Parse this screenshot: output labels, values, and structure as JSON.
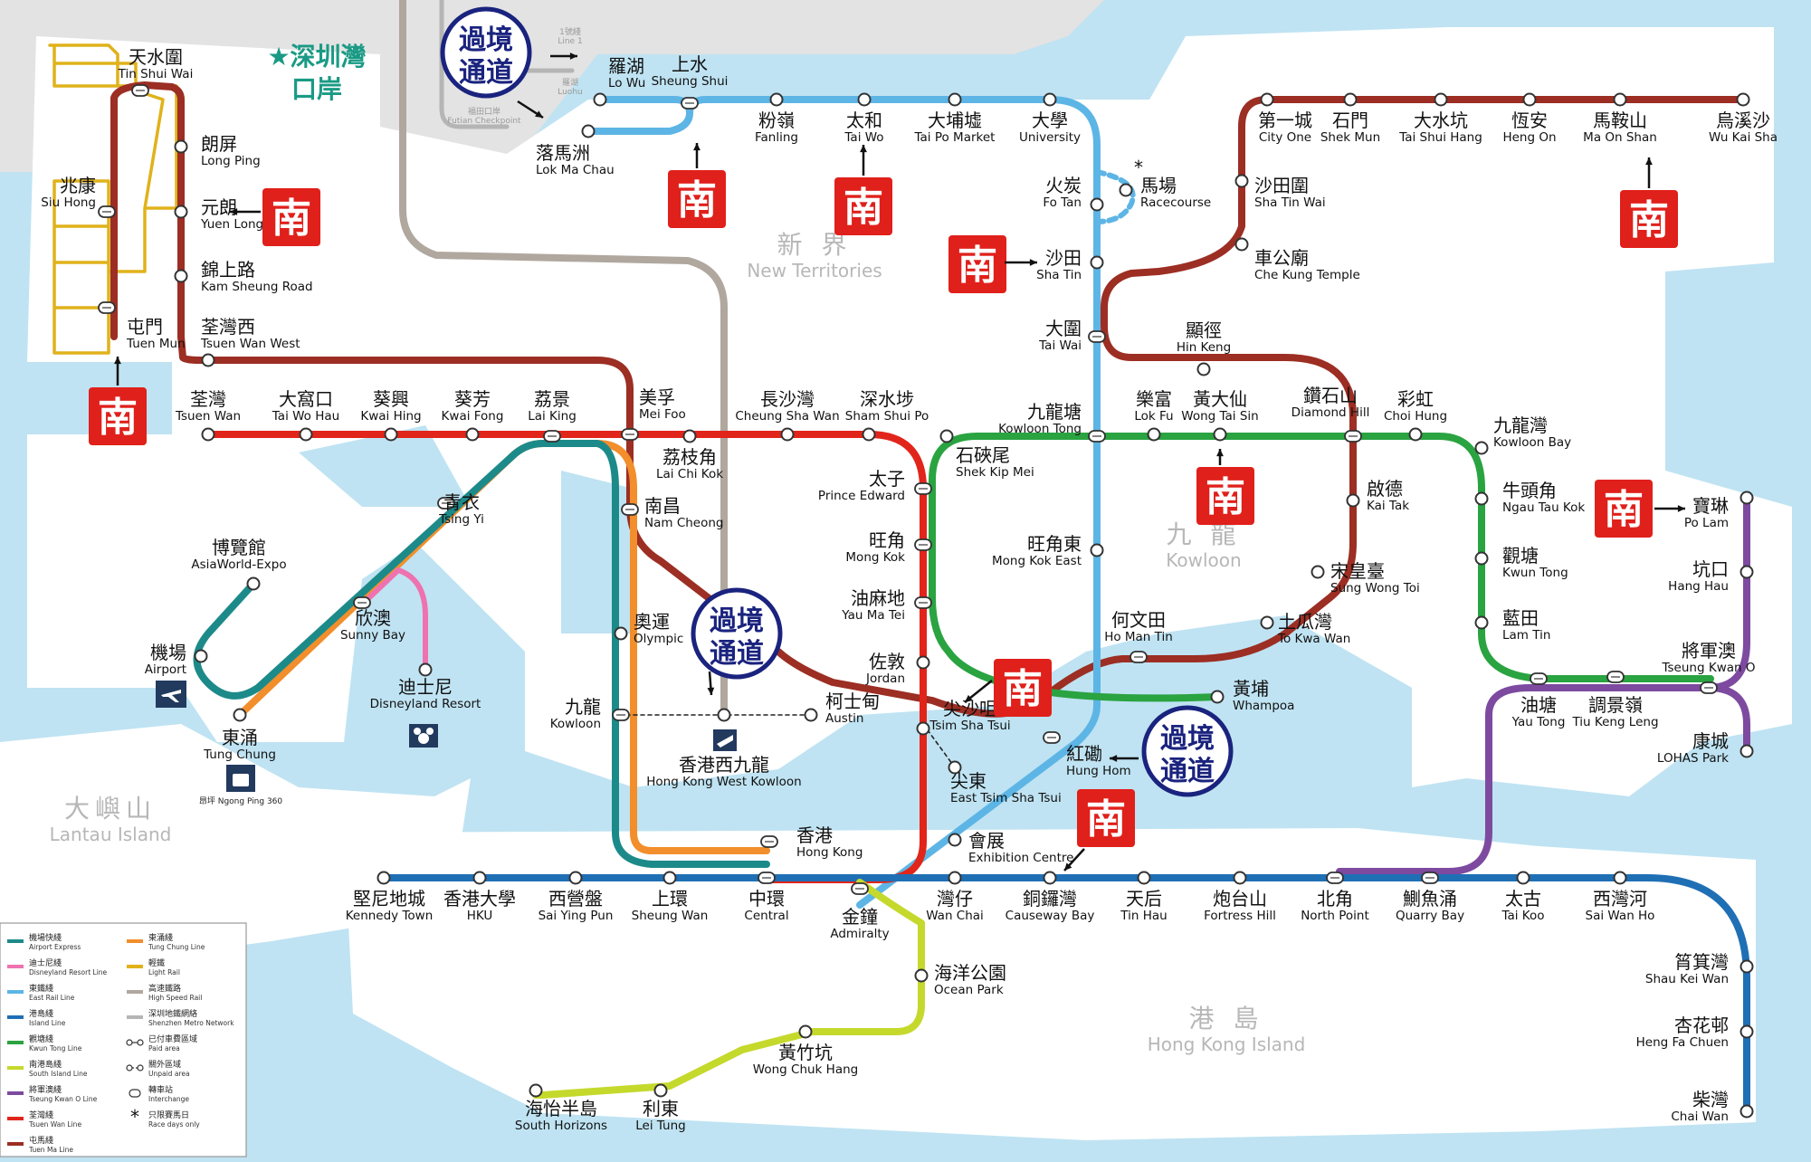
{
  "colors": {
    "sea": "#bfe3f2",
    "land": "#ffffff",
    "shenzhen_land": "#e3e3e3",
    "area_text": "#b7b7b7",
    "badge_ring": "#1a237e",
    "seal_red": "#e0201b",
    "shenzhen_text": "#1a9a85"
  },
  "lines": {
    "east_rail": {
      "color": "#5db5e5"
    },
    "tuen_ma": {
      "color": "#9c2e23"
    },
    "tsuen_wan": {
      "color": "#e1251b"
    },
    "kwun_tong": {
      "color": "#2aa341"
    },
    "tseung_kwan_o": {
      "color": "#7d4aa0"
    },
    "island": {
      "color": "#1f6fb5"
    },
    "south_island": {
      "color": "#c5d92c"
    },
    "tung_chung": {
      "color": "#f28e2b"
    },
    "airport_express": {
      "color": "#1d8a8a"
    },
    "disneyland": {
      "color": "#ef72b0"
    },
    "light_rail": {
      "color": "#e0b21b"
    },
    "high_speed": {
      "color": "#b0a79e"
    },
    "shenzhen": {
      "color": "#b5b5b5"
    }
  },
  "areas": {
    "new_territories": {
      "zh": "新 界",
      "en": "New Territories"
    },
    "kowloon": {
      "zh": "九 龍",
      "en": "Kowloon"
    },
    "hong_kong_island": {
      "zh": "港 島",
      "en": "Hong Kong Island"
    },
    "lantau": {
      "zh": "大嶼山",
      "en": "Lantau Island"
    }
  },
  "shenzhen_port": {
    "line1": "★深圳灣",
    "line2": "口岸"
  },
  "shenzhen_misc": {
    "luohu": "羅湖",
    "luohu_en": "Luohu",
    "futian": "福田口岸",
    "futian_en": "Futian Checkpoint",
    "line1": "1號綫",
    "line1_en": "Line 1"
  },
  "badge": {
    "line1": "過境",
    "line2": "通道"
  },
  "seal": {
    "glyph": "南"
  },
  "stations": {
    "lo_wu": {
      "zh": "羅湖",
      "en": "Lo Wu"
    },
    "sheung_shui": {
      "zh": "上水",
      "en": "Sheung Shui"
    },
    "lok_ma_chau": {
      "zh": "落馬洲",
      "en": "Lok Ma Chau"
    },
    "fanling": {
      "zh": "粉嶺",
      "en": "Fanling"
    },
    "tai_wo": {
      "zh": "太和",
      "en": "Tai Wo"
    },
    "tai_po_market": {
      "zh": "大埔墟",
      "en": "Tai Po Market"
    },
    "university": {
      "zh": "大學",
      "en": "University"
    },
    "racecourse": {
      "zh": "馬場",
      "en": "Racecourse"
    },
    "fo_tan": {
      "zh": "火炭",
      "en": "Fo Tan"
    },
    "sha_tin": {
      "zh": "沙田",
      "en": "Sha Tin"
    },
    "tai_wai": {
      "zh": "大圍",
      "en": "Tai Wai"
    },
    "kowloon_tong": {
      "zh": "九龍塘",
      "en": "Kowloon Tong"
    },
    "mong_kok_east": {
      "zh": "旺角東",
      "en": "Mong Kok East"
    },
    "hung_hom": {
      "zh": "紅磡",
      "en": "Hung Hom"
    },
    "exhibition_centre": {
      "zh": "會展",
      "en": "Exhibition Centre"
    },
    "admiralty": {
      "zh": "金鐘",
      "en": "Admiralty"
    },
    "city_one": {
      "zh": "第一城",
      "en": "City One"
    },
    "shek_mun": {
      "zh": "石門",
      "en": "Shek Mun"
    },
    "tai_shui_hang": {
      "zh": "大水坑",
      "en": "Tai Shui Hang"
    },
    "heng_on": {
      "zh": "恆安",
      "en": "Heng On"
    },
    "ma_on_shan": {
      "zh": "馬鞍山",
      "en": "Ma On Shan"
    },
    "wu_kai_sha": {
      "zh": "烏溪沙",
      "en": "Wu Kai Sha"
    },
    "sha_tin_wai": {
      "zh": "沙田圍",
      "en": "Sha Tin Wai"
    },
    "che_kung_temple": {
      "zh": "車公廟",
      "en": "Che Kung Temple"
    },
    "hin_keng": {
      "zh": "顯徑",
      "en": "Hin Keng"
    },
    "diamond_hill": {
      "zh": "鑽石山",
      "en": "Diamond Hill"
    },
    "kai_tak": {
      "zh": "啟德",
      "en": "Kai Tak"
    },
    "sung_wong_toi": {
      "zh": "宋皇臺",
      "en": "Sung Wong Toi"
    },
    "to_kwa_wan": {
      "zh": "土瓜灣",
      "en": "To Kwa Wan"
    },
    "ho_man_tin": {
      "zh": "何文田",
      "en": "Ho Man Tin"
    },
    "east_tsim_sha_tsui": {
      "zh": "尖東",
      "en": "East Tsim Sha Tsui"
    },
    "austin": {
      "zh": "柯士甸",
      "en": "Austin"
    },
    "nam_cheong": {
      "zh": "南昌",
      "en": "Nam Cheong"
    },
    "mei_foo": {
      "zh": "美孚",
      "en": "Mei Foo"
    },
    "tsuen_wan_west": {
      "zh": "荃灣西",
      "en": "Tsuen Wan West"
    },
    "kam_sheung_road": {
      "zh": "錦上路",
      "en": "Kam Sheung Road"
    },
    "yuen_long": {
      "zh": "元朗",
      "en": "Yuen Long"
    },
    "long_ping": {
      "zh": "朗屏",
      "en": "Long Ping"
    },
    "tin_shui_wai": {
      "zh": "天水圍",
      "en": "Tin Shui Wai"
    },
    "siu_hong": {
      "zh": "兆康",
      "en": "Siu Hong"
    },
    "tuen_mun": {
      "zh": "屯門",
      "en": "Tuen Mun"
    },
    "tsuen_wan": {
      "zh": "荃灣",
      "en": "Tsuen Wan"
    },
    "tai_wo_hau": {
      "zh": "大窩口",
      "en": "Tai Wo Hau"
    },
    "kwai_hing": {
      "zh": "葵興",
      "en": "Kwai Hing"
    },
    "kwai_fong": {
      "zh": "葵芳",
      "en": "Kwai Fong"
    },
    "lai_king": {
      "zh": "荔景",
      "en": "Lai King"
    },
    "lai_chi_kok": {
      "zh": "荔枝角",
      "en": "Lai Chi Kok"
    },
    "cheung_sha_wan": {
      "zh": "長沙灣",
      "en": "Cheung Sha Wan"
    },
    "sham_shui_po": {
      "zh": "深水埗",
      "en": "Sham Shui Po"
    },
    "prince_edward": {
      "zh": "太子",
      "en": "Prince Edward"
    },
    "mong_kok": {
      "zh": "旺角",
      "en": "Mong Kok"
    },
    "yau_ma_tei": {
      "zh": "油麻地",
      "en": "Yau Ma Tei"
    },
    "jordan": {
      "zh": "佐敦",
      "en": "Jordan"
    },
    "tsim_sha_tsui": {
      "zh": "尖沙咀",
      "en": "Tsim Sha Tsui"
    },
    "shek_kip_mei": {
      "zh": "石硤尾",
      "en": "Shek Kip Mei"
    },
    "lok_fu": {
      "zh": "樂富",
      "en": "Lok Fu"
    },
    "wong_tai_sin": {
      "zh": "黃大仙",
      "en": "Wong Tai Sin"
    },
    "choi_hung": {
      "zh": "彩虹",
      "en": "Choi Hung"
    },
    "kowloon_bay": {
      "zh": "九龍灣",
      "en": "Kowloon Bay"
    },
    "ngau_tau_kok": {
      "zh": "牛頭角",
      "en": "Ngau Tau Kok"
    },
    "kwun_tong": {
      "zh": "觀塘",
      "en": "Kwun Tong"
    },
    "lam_tin": {
      "zh": "藍田",
      "en": "Lam Tin"
    },
    "yau_tong": {
      "zh": "油塘",
      "en": "Yau Tong"
    },
    "whampoa": {
      "zh": "黃埔",
      "en": "Whampoa"
    },
    "po_lam": {
      "zh": "寶琳",
      "en": "Po Lam"
    },
    "hang_hau": {
      "zh": "坑口",
      "en": "Hang Hau"
    },
    "tseung_kwan_o": {
      "zh": "將軍澳",
      "en": "Tseung Kwan O"
    },
    "tiu_keng_leng": {
      "zh": "調景嶺",
      "en": "Tiu Keng Leng"
    },
    "lohas_park": {
      "zh": "康城",
      "en": "LOHAS Park"
    },
    "tsing_yi": {
      "zh": "青衣",
      "en": "Tsing Yi"
    },
    "olympic": {
      "zh": "奧運",
      "en": "Olympic"
    },
    "kowloon": {
      "zh": "九龍",
      "en": "Kowloon"
    },
    "hong_kong_west_kowloon": {
      "zh": "香港西九龍",
      "en": "Hong Kong West Kowloon"
    },
    "hong_kong": {
      "zh": "香港",
      "en": "Hong Kong"
    },
    "asiaworld_expo": {
      "zh": "博覽館",
      "en": "AsiaWorld-Expo"
    },
    "airport": {
      "zh": "機場",
      "en": "Airport"
    },
    "sunny_bay": {
      "zh": "欣澳",
      "en": "Sunny Bay"
    },
    "disneyland_resort": {
      "zh": "迪士尼",
      "en": "Disneyland Resort"
    },
    "tung_chung": {
      "zh": "東涌",
      "en": "Tung Chung"
    },
    "kennedy_town": {
      "zh": "堅尼地城",
      "en": "Kennedy Town"
    },
    "hku": {
      "zh": "香港大學",
      "en": "HKU"
    },
    "sai_ying_pun": {
      "zh": "西營盤",
      "en": "Sai Ying Pun"
    },
    "sheung_wan": {
      "zh": "上環",
      "en": "Sheung Wan"
    },
    "central": {
      "zh": "中環",
      "en": "Central"
    },
    "wan_chai": {
      "zh": "灣仔",
      "en": "Wan Chai"
    },
    "causeway_bay": {
      "zh": "銅鑼灣",
      "en": "Causeway Bay"
    },
    "tin_hau": {
      "zh": "天后",
      "en": "Tin Hau"
    },
    "fortress_hill": {
      "zh": "炮台山",
      "en": "Fortress Hill"
    },
    "north_point": {
      "zh": "北角",
      "en": "North Point"
    },
    "quarry_bay": {
      "zh": "鰂魚涌",
      "en": "Quarry Bay"
    },
    "tai_koo": {
      "zh": "太古",
      "en": "Tai Koo"
    },
    "sai_wan_ho": {
      "zh": "西灣河",
      "en": "Sai Wan Ho"
    },
    "shau_kei_wan": {
      "zh": "筲箕灣",
      "en": "Shau Kei Wan"
    },
    "heng_fa_chuen": {
      "zh": "杏花邨",
      "en": "Heng Fa Chuen"
    },
    "chai_wan": {
      "zh": "柴灣",
      "en": "Chai Wan"
    },
    "ocean_park": {
      "zh": "海洋公園",
      "en": "Ocean Park"
    },
    "wong_chuk_hang": {
      "zh": "黃竹坑",
      "en": "Wong Chuk Hang"
    },
    "lei_tung": {
      "zh": "利東",
      "en": "Lei Tung"
    },
    "south_horizons": {
      "zh": "海怡半島",
      "en": "South Horizons"
    }
  },
  "ngong_ping": {
    "label": "昂坪 Ngong Ping 360"
  },
  "legend": {
    "items": [
      {
        "zh": "機場快綫",
        "en": "Airport Express",
        "color": "#1d8a8a"
      },
      {
        "zh": "迪士尼綫",
        "en": "Disneyland Resort Line",
        "color": "#ef72b0"
      },
      {
        "zh": "東鐵綫",
        "en": "East Rail Line",
        "color": "#5db5e5"
      },
      {
        "zh": "港島綫",
        "en": "Island Line",
        "color": "#1f6fb5"
      },
      {
        "zh": "觀塘綫",
        "en": "Kwun Tong Line",
        "color": "#2aa341"
      },
      {
        "zh": "南港島綫",
        "en": "South Island Line",
        "color": "#c5d92c"
      },
      {
        "zh": "將軍澳綫",
        "en": "Tseung Kwan O Line",
        "color": "#7d4aa0"
      },
      {
        "zh": "荃灣綫",
        "en": "Tsuen Wan Line",
        "color": "#e1251b"
      },
      {
        "zh": "屯馬綫",
        "en": "Tuen Ma Line",
        "color": "#9c2e23"
      },
      {
        "zh": "東涌綫",
        "en": "Tung Chung Line",
        "color": "#f28e2b"
      },
      {
        "zh": "輕鐵",
        "en": "Light Rail",
        "color": "#e0b21b"
      },
      {
        "zh": "高速鐵路",
        "en": "High Speed Rail",
        "color": "#b0a79e"
      },
      {
        "zh": "深圳地鐵網絡",
        "en": "Shenzhen Metro Network",
        "color": "#b5b5b5"
      },
      {
        "zh": "已付車費區域",
        "en": "Paid area",
        "symbol": "paid"
      },
      {
        "zh": "關外區域",
        "en": "Unpaid area",
        "symbol": "unpaid"
      },
      {
        "zh": "轉車站",
        "en": "Interchange",
        "symbol": "interchange"
      },
      {
        "zh": "只限賽馬日",
        "en": "Race days only",
        "symbol": "star"
      }
    ]
  }
}
